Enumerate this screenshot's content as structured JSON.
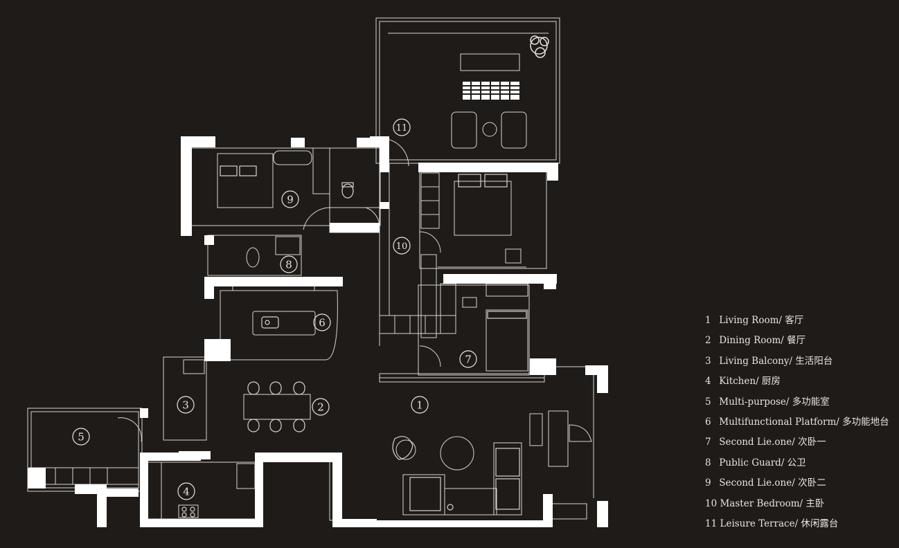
{
  "rooms": [
    {
      "num": "1",
      "label": "Living Room/ 客厅"
    },
    {
      "num": "2",
      "label": "Dining Room/ 餐厅"
    },
    {
      "num": "3",
      "label": "Living Balcony/ 生活阳台"
    },
    {
      "num": "4",
      "label": "Kitchen/ 厨房"
    },
    {
      "num": "5",
      "label": "Multi-purpose/ 多功能室"
    },
    {
      "num": "6",
      "label": "Multifunctional Platform/ 多功能地台"
    },
    {
      "num": "7",
      "label": "Second Lie.one/ 次卧一"
    },
    {
      "num": "8",
      "label": "Public Guard/ 公卫"
    },
    {
      "num": "9",
      "label": "Second Lie.one/ 次卧二"
    },
    {
      "num": "10",
      "label": "Master Bedroom/ 主卧"
    },
    {
      "num": "11",
      "label": "Leisure Terrace/ 休闲露台"
    }
  ],
  "colors": {
    "background": "#1f1b19",
    "wall": "#ffffff",
    "line": "#d9d4cf",
    "text": "#e8e4df"
  },
  "icons": [
    "plant-icon",
    "bed-icon",
    "sofa-icon",
    "armchair-icon",
    "dining-table-icon",
    "bathtub-icon",
    "toilet-icon",
    "stove-icon",
    "door-swing-icon"
  ]
}
